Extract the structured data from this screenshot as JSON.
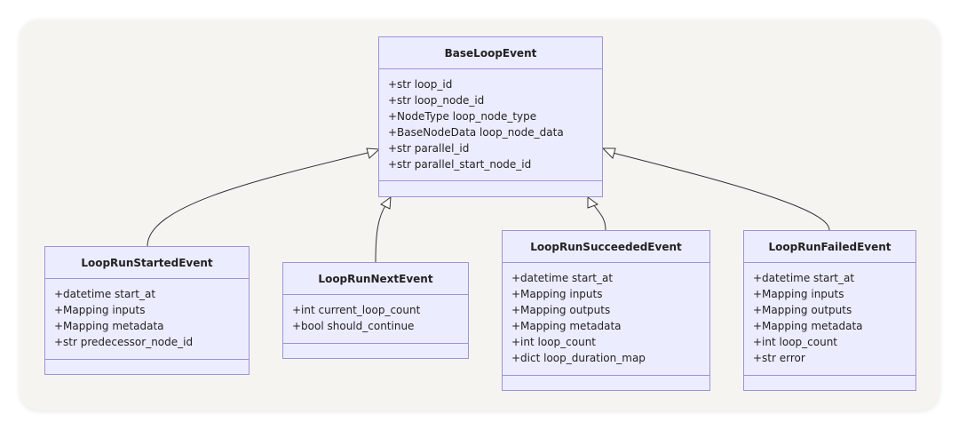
{
  "classes": {
    "base": {
      "name": "BaseLoopEvent",
      "attributes": [
        "+str loop_id",
        "+str loop_node_id",
        "+NodeType loop_node_type",
        "+BaseNodeData loop_node_data",
        "+str parallel_id",
        "+str parallel_start_node_id"
      ]
    },
    "started": {
      "name": "LoopRunStartedEvent",
      "attributes": [
        "+datetime start_at",
        "+Mapping inputs",
        "+Mapping metadata",
        "+str predecessor_node_id"
      ]
    },
    "next": {
      "name": "LoopRunNextEvent",
      "attributes": [
        "+int current_loop_count",
        "+bool should_continue"
      ]
    },
    "succeeded": {
      "name": "LoopRunSucceededEvent",
      "attributes": [
        "+datetime start_at",
        "+Mapping inputs",
        "+Mapping outputs",
        "+Mapping metadata",
        "+int loop_count",
        "+dict loop_duration_map"
      ]
    },
    "failed": {
      "name": "LoopRunFailedEvent",
      "attributes": [
        "+datetime start_at",
        "+Mapping inputs",
        "+Mapping outputs",
        "+Mapping metadata",
        "+int loop_count",
        "+str error"
      ]
    }
  },
  "colors": {
    "box_fill": "#ececff",
    "box_border": "#9c93d8",
    "edge": "#333333",
    "background": "#f6f4f1"
  }
}
